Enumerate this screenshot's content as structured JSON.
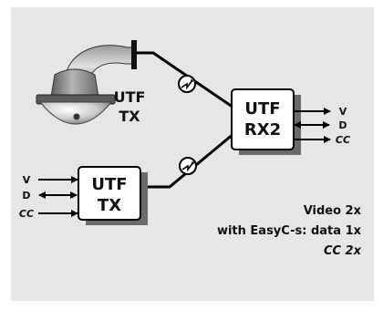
{
  "diagram": {
    "camera_label": {
      "line1": "UTF",
      "line2": "TX"
    },
    "receiver": {
      "line1": "UTF",
      "line2": "RX2"
    },
    "transmitter": {
      "line1": "UTF",
      "line2": "TX"
    },
    "rx_signals": [
      "V",
      "D",
      "CC"
    ],
    "tx_signals": [
      "V",
      "D",
      "CC"
    ],
    "capacity_notes": [
      "Video 2x",
      "with EasyC-s: data 1x",
      "CC 2x"
    ]
  },
  "colors": {
    "panel": "#e6e6e6",
    "box_fill": "#ffffff",
    "line": "#000000",
    "camera_dome": "#d6d6d6",
    "camera_shell": "#7a7a7a"
  },
  "icons": [
    "camera-icon",
    "connector-icon"
  ]
}
